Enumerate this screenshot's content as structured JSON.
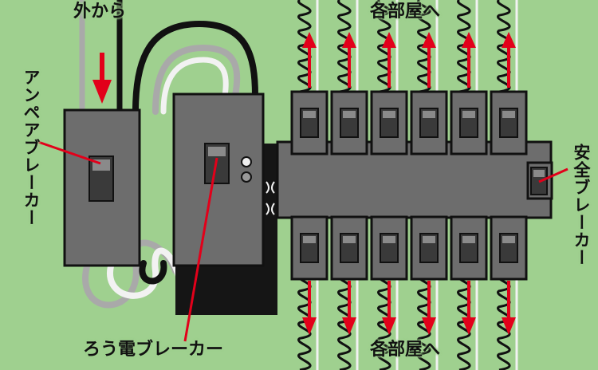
{
  "labels": {
    "from_outside": "外から",
    "ampere_breaker": "アンペアブレーカー",
    "leakage_breaker": "ろう電ブレーカー",
    "to_rooms_top": "各部屋へ",
    "to_rooms_bottom": "各部屋へ",
    "safety_breaker": "安全ブレーカー"
  },
  "colors": {
    "background": "#9fd08f",
    "panel": "#6d6d6d",
    "panel_dark": "#555555",
    "outline": "#111111",
    "arrow_red": "#e2001a",
    "wire_black": "#111111",
    "wire_white": "#f2f2f2",
    "wire_gray": "#a9a9a9"
  }
}
